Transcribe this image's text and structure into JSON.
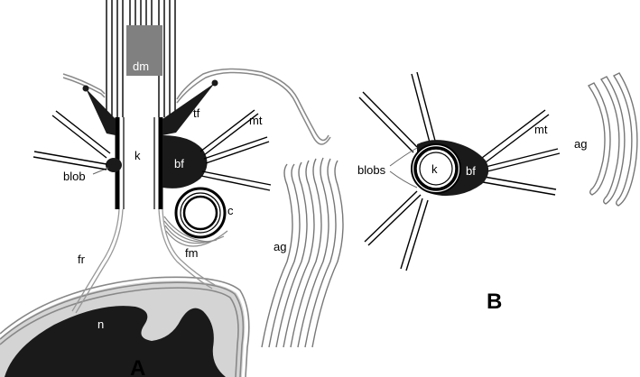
{
  "panel_a": {
    "letter": "A",
    "labels": {
      "dm": "dm",
      "tf": "tf",
      "mt": "mt",
      "k": "k",
      "bf": "bf",
      "blob": "blob",
      "c": "c",
      "fm": "fm",
      "fr": "fr",
      "ag": "ag",
      "n": "n"
    }
  },
  "panel_b": {
    "letter": "B",
    "labels": {
      "mt": "mt",
      "ag": "ag",
      "blobs": "blobs",
      "k": "k",
      "bf": "bf"
    }
  },
  "colors": {
    "dark": "#1a1a1a",
    "mid_gray": "#808080",
    "light_gray": "#d4d4d4",
    "line": "#000000",
    "double_line": "#888888"
  }
}
